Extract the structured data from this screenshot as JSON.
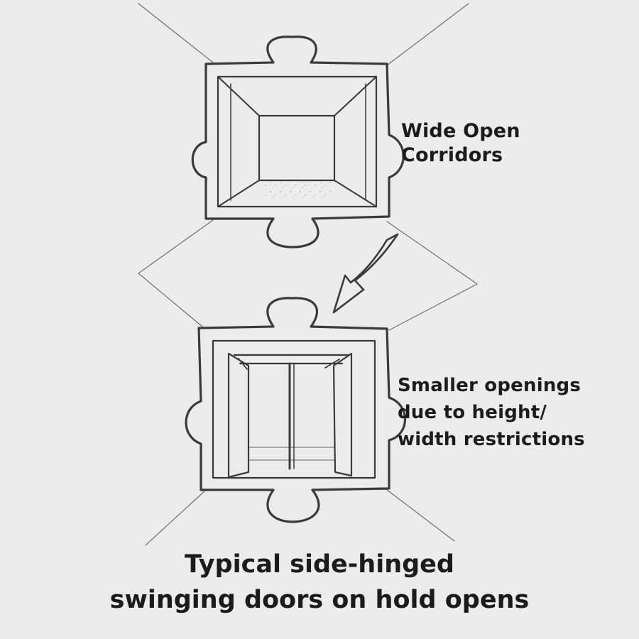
{
  "labels": {
    "top": [
      "Wide Open",
      "Corridors"
    ],
    "bottom": [
      "Smaller openings",
      "due to height/",
      "width restrictions"
    ]
  },
  "caption": [
    "Typical side-hinged",
    "swinging doors on hold opens"
  ],
  "colors": {
    "paper": "#ececeb",
    "ink": "#3a3a3a",
    "text": "#1b1b1b"
  }
}
